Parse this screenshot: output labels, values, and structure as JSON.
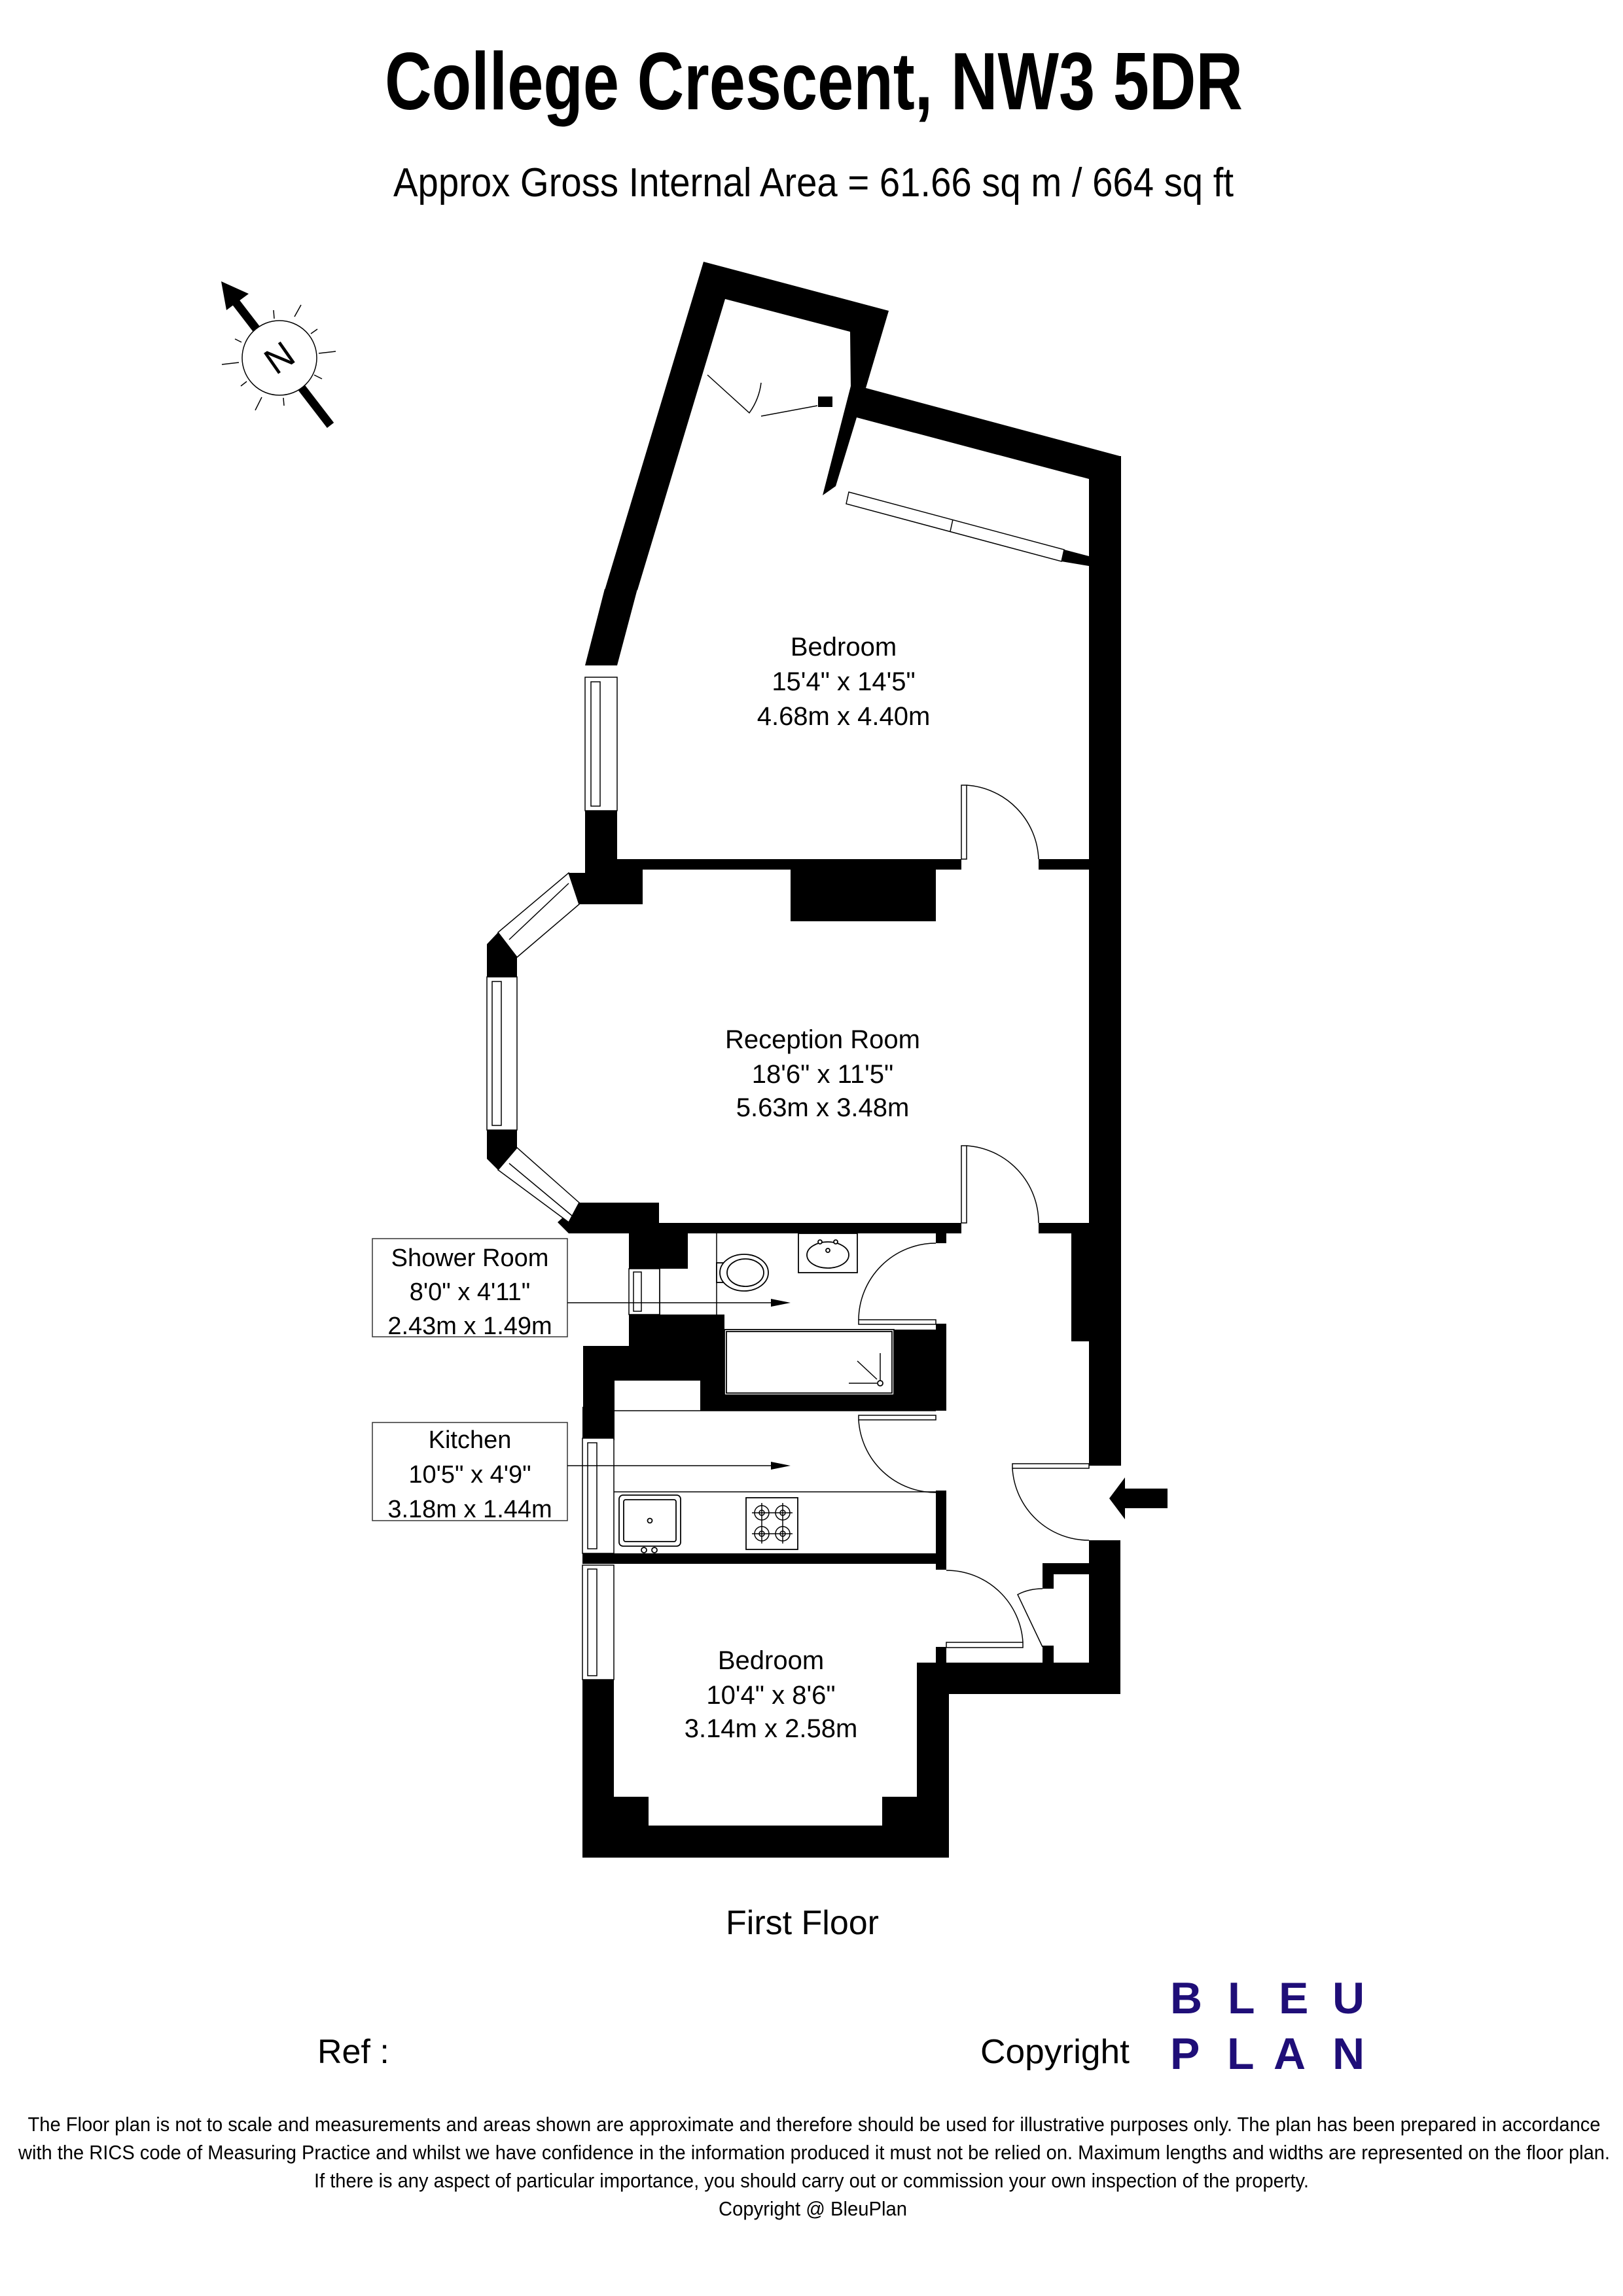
{
  "header": {
    "title": "College Crescent, NW3 5DR",
    "area": "Approx Gross Internal Area = 61.66 sq m / 664 sq ft"
  },
  "compass": {
    "label": "N",
    "icon": "north-arrow-icon"
  },
  "rooms": {
    "bedroom1": {
      "name": "Bedroom",
      "imperial": "15'4\" x 14'5\"",
      "metric": "4.68m x 4.40m"
    },
    "reception": {
      "name": "Reception Room",
      "imperial": "18'6\" x 11'5\"",
      "metric": "5.63m x 3.48m"
    },
    "shower": {
      "name": "Shower Room",
      "imperial": "8'0\" x 4'11\"",
      "metric": "2.43m x 1.49m"
    },
    "kitchen": {
      "name": "Kitchen",
      "imperial": "10'5\" x 4'9\"",
      "metric": "3.18m x 1.44m"
    },
    "bedroom2": {
      "name": "Bedroom",
      "imperial": "10'4\" x 8'6\"",
      "metric": "3.14m x 2.58m"
    }
  },
  "floor_label": "First Floor",
  "entrance": {
    "icon": "entrance-arrow-icon"
  },
  "footer": {
    "ref_label": "Ref  :",
    "copyright_label": "Copyright",
    "logo_line1": [
      "B",
      "L",
      "E",
      "U"
    ],
    "logo_line2": [
      "P",
      "L",
      "A",
      "N"
    ],
    "logo_color": "#1f0e78",
    "disclaimer": [
      "The Floor plan is not to scale and measurements and areas shown are approximate and therefore should be used for illustrative purposes only. The plan has been prepared in accordance",
      "with the RICS code of Measuring Practice and whilst we have confidence in the information produced it must not be relied on. Maximum lengths and widths are represented on the floor plan.",
      "If there is any aspect of particular importance, you should carry out or commission your own inspection of the property.",
      "Copyright @ BleuPlan"
    ]
  }
}
